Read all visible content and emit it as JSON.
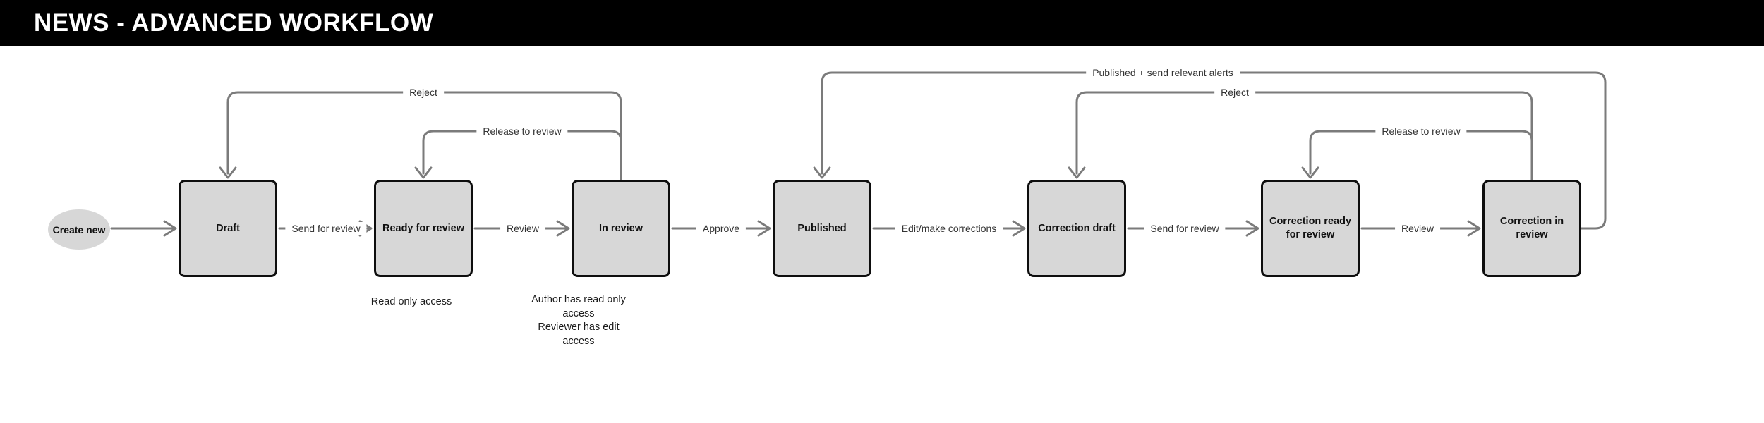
{
  "header": {
    "title": "NEWS - ADVANCED WORKFLOW"
  },
  "diagram": {
    "nodes": [
      {
        "id": "create-new",
        "label": "Create new",
        "shape": "ellipse"
      },
      {
        "id": "draft",
        "label": "Draft",
        "shape": "box"
      },
      {
        "id": "ready-for-review",
        "label": "Ready for review",
        "shape": "box"
      },
      {
        "id": "in-review",
        "label": "In review",
        "shape": "box"
      },
      {
        "id": "published",
        "label": "Published",
        "shape": "box"
      },
      {
        "id": "correction-draft",
        "label": "Correction draft",
        "shape": "box"
      },
      {
        "id": "correction-ready-for-review",
        "label": "Correction ready for review",
        "shape": "box"
      },
      {
        "id": "correction-in-review",
        "label": "Correction in review",
        "shape": "box"
      }
    ],
    "edges": [
      {
        "id": "send-for-review-1",
        "label": "Send for review"
      },
      {
        "id": "review-1",
        "label": "Review"
      },
      {
        "id": "approve",
        "label": "Approve"
      },
      {
        "id": "edit-make-corrections",
        "label": "Edit/make corrections"
      },
      {
        "id": "send-for-review-2",
        "label": "Send for review"
      },
      {
        "id": "review-2",
        "label": "Review"
      },
      {
        "id": "reject-1",
        "label": "Reject"
      },
      {
        "id": "release-to-review-1",
        "label": "Release to review"
      },
      {
        "id": "reject-2",
        "label": "Reject"
      },
      {
        "id": "release-to-review-2",
        "label": "Release to review"
      },
      {
        "id": "published-alerts",
        "label": "Published + send relevant alerts"
      }
    ],
    "notes": {
      "ready_for_review": "Read only access",
      "in_review_lines": [
        "Author has read only",
        "access",
        "Reviewer has edit",
        "access"
      ]
    }
  },
  "colors": {
    "header_bg": "#000000",
    "header_text": "#ffffff",
    "canvas_bg": "#ffffff",
    "node_fill": "#d7d7d7",
    "node_border": "#0e0e0e",
    "connector": "#7b7b7b",
    "edge_label_text": "#333333",
    "note_text": "#1c1c1c"
  }
}
